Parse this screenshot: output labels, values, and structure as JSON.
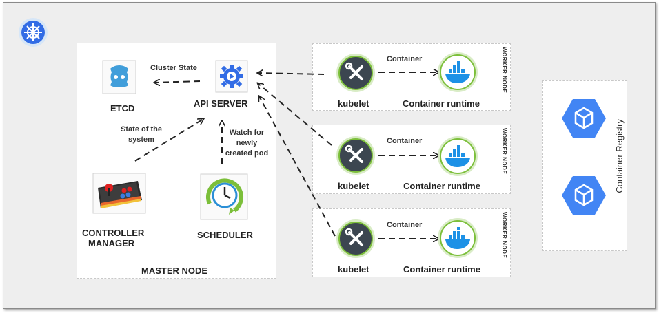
{
  "master": {
    "label": "MASTER NODE",
    "etcd_label": "ETCD",
    "api_label": "API SERVER",
    "controller_label_line1": "CONTROLLER",
    "controller_label_line2": "MANAGER",
    "scheduler_label": "SCHEDULER",
    "cluster_state": "Cluster State",
    "state_of_system_line1": "State of the",
    "state_of_system_line2": "system",
    "watch_line1": "Watch for",
    "watch_line2": "newly",
    "watch_line3": "created pod"
  },
  "workers": [
    {
      "label": "WORKER NODE",
      "kubelet": "kubelet",
      "runtime": "Container runtime",
      "edge": "Container"
    },
    {
      "label": "WORKER NODE",
      "kubelet": "kubelet",
      "runtime": "Container runtime",
      "edge": "Container"
    },
    {
      "label": "WORKER NODE",
      "kubelet": "kubelet",
      "runtime": "Container runtime",
      "edge": "Container"
    }
  ],
  "registry": {
    "label": "Container Registry"
  },
  "colors": {
    "k8s_blue": "#326ce5",
    "gcp_blue": "#4285f4",
    "docker_blue": "#1d91e6",
    "kubelet_dark": "#3c4650",
    "ring_green": "#7cbf3a"
  },
  "icons": [
    "kubernetes-logo-icon",
    "etcd-icon",
    "api-server-icon",
    "controller-manager-icon",
    "scheduler-icon",
    "kubelet-icon",
    "docker-icon",
    "container-registry-icon"
  ]
}
